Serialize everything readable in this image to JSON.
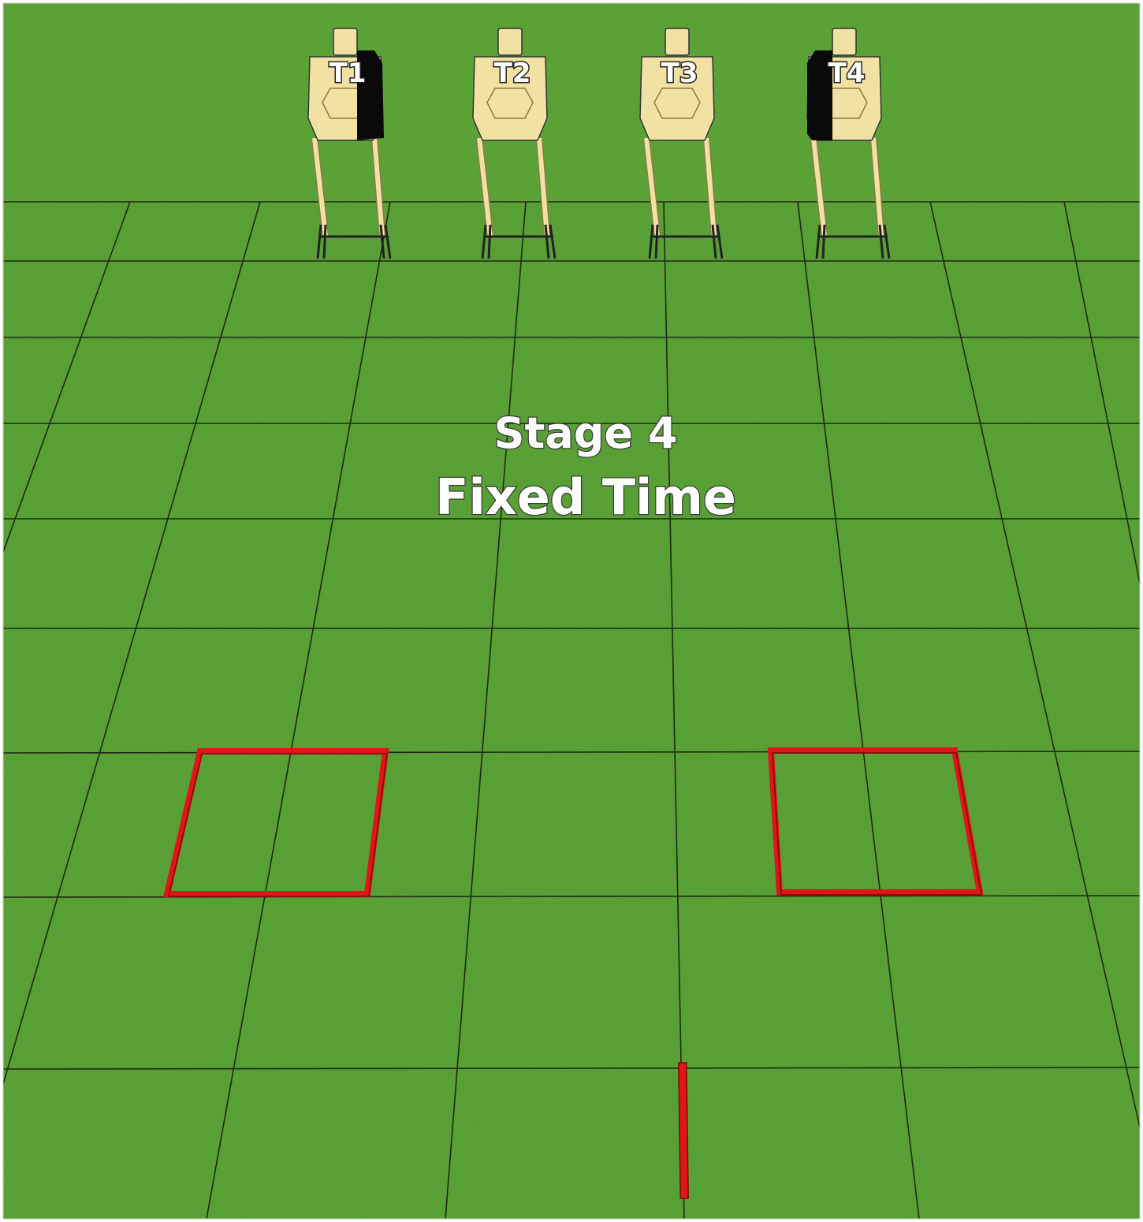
{
  "scene": {
    "title_line1": "Stage 4",
    "title_line2": "Fixed Time",
    "targets": [
      {
        "label": "T1",
        "black_side": "right"
      },
      {
        "label": "T2",
        "black_side": "none"
      },
      {
        "label": "T3",
        "black_side": "none"
      },
      {
        "label": "T4",
        "black_side": "left"
      }
    ],
    "shooting_boxes": [
      "left-box",
      "right-box"
    ],
    "fault_line": "red-center-line",
    "colors": {
      "grass_light": "#6fb83d",
      "grass_dark": "#3f8a22",
      "target_face": "#f1e2a4",
      "target_edge": "#8a7a42",
      "box_red": "#e01616",
      "grid_line": "#1e2a12"
    }
  }
}
